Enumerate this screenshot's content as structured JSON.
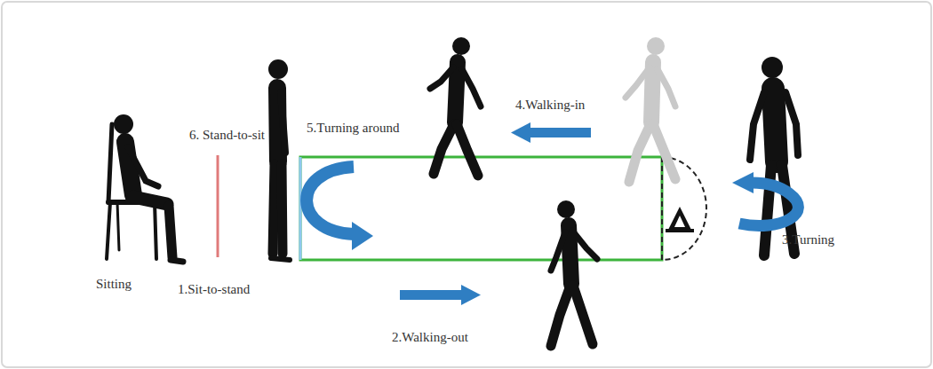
{
  "diagram": {
    "labels": [
      "Sitting",
      "1.Sit-to-stand",
      "2.Walking-out",
      "3.Turning",
      "4.Walking-in",
      "5.Turning around",
      "6. Stand-to-sit"
    ]
  }
}
